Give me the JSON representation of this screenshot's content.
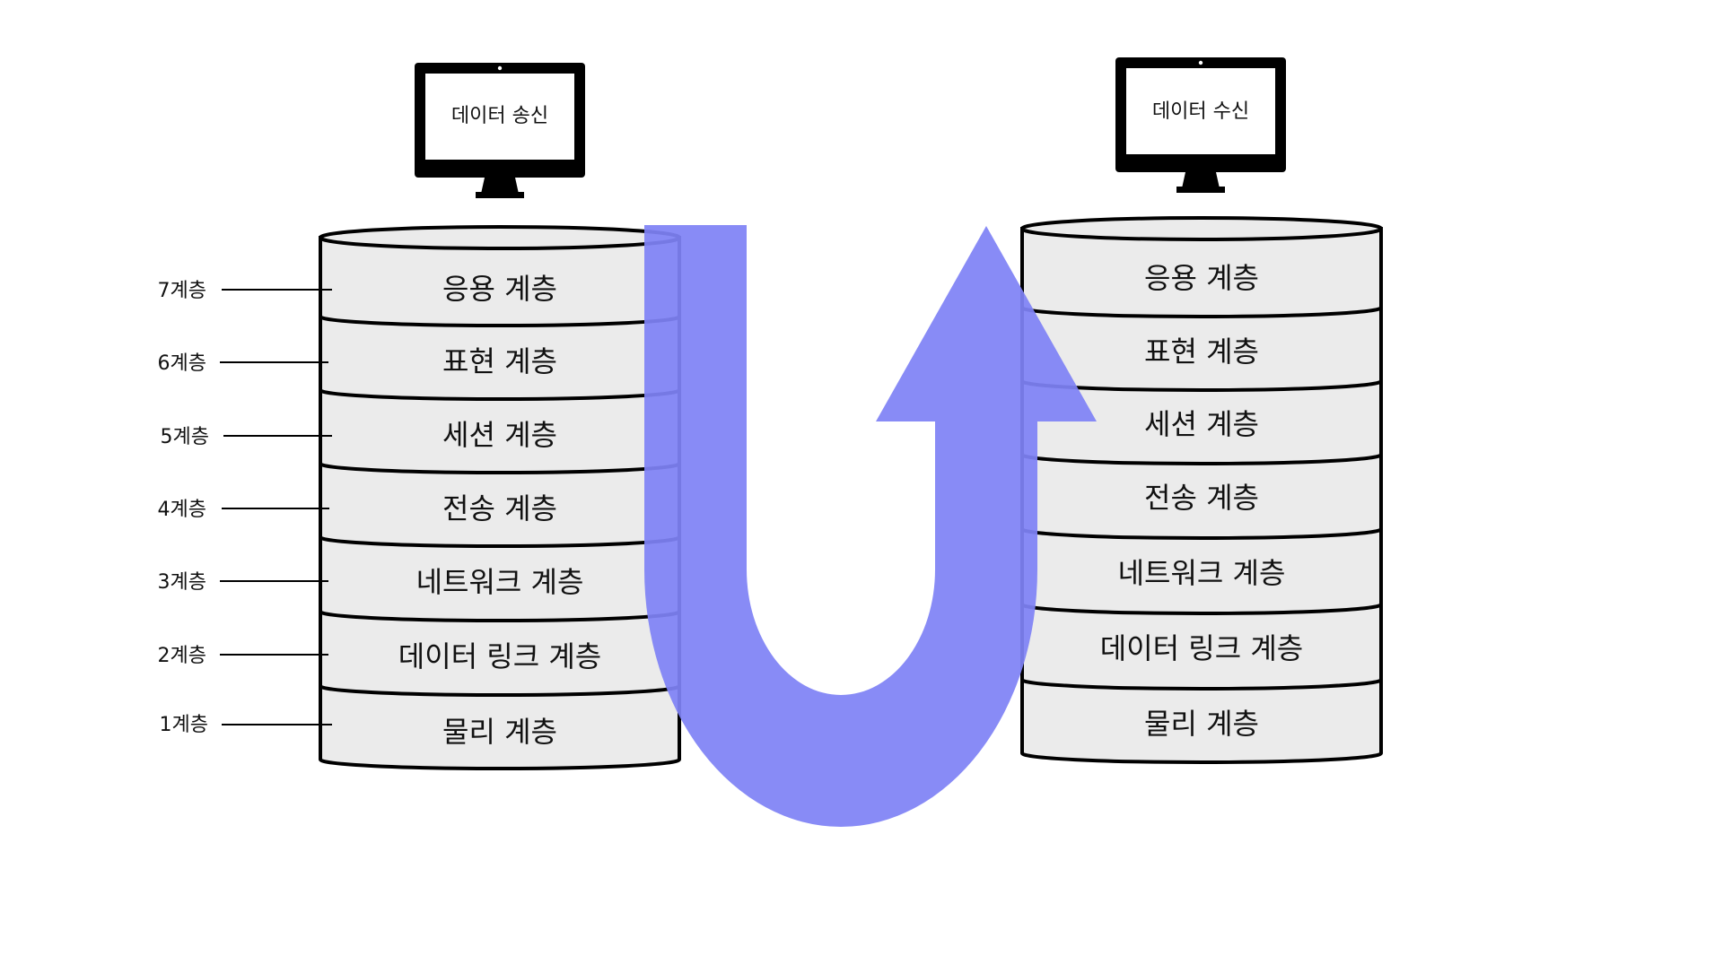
{
  "colors": {
    "page_background": "#ffffff",
    "cylinder_fill": "#ebebeb",
    "outline": "#000000",
    "arrow": "#7f82f5"
  },
  "sender": {
    "monitor_label": "데이터 송신",
    "monitor_icon": "desktop-monitor-icon",
    "layers": [
      "응용 계층",
      "표현 계층",
      "세션 계층",
      "전송 계층",
      "네트워크 계층",
      "데이터 링크 계층",
      "물리 계층"
    ]
  },
  "receiver": {
    "monitor_label": "데이터 수신",
    "monitor_icon": "desktop-monitor-icon",
    "layers": [
      "응용 계층",
      "표현 계층",
      "세션 계층",
      "전송 계층",
      "네트워크 계층",
      "데이터 링크 계층",
      "물리 계층"
    ]
  },
  "level_labels": [
    "7계층",
    "6계층",
    "5계층",
    "4계층",
    "3계층",
    "2계층",
    "1계층"
  ],
  "flow": {
    "icon": "u-turn-arrow-icon",
    "direction": "down sender stack, up receiver stack"
  }
}
